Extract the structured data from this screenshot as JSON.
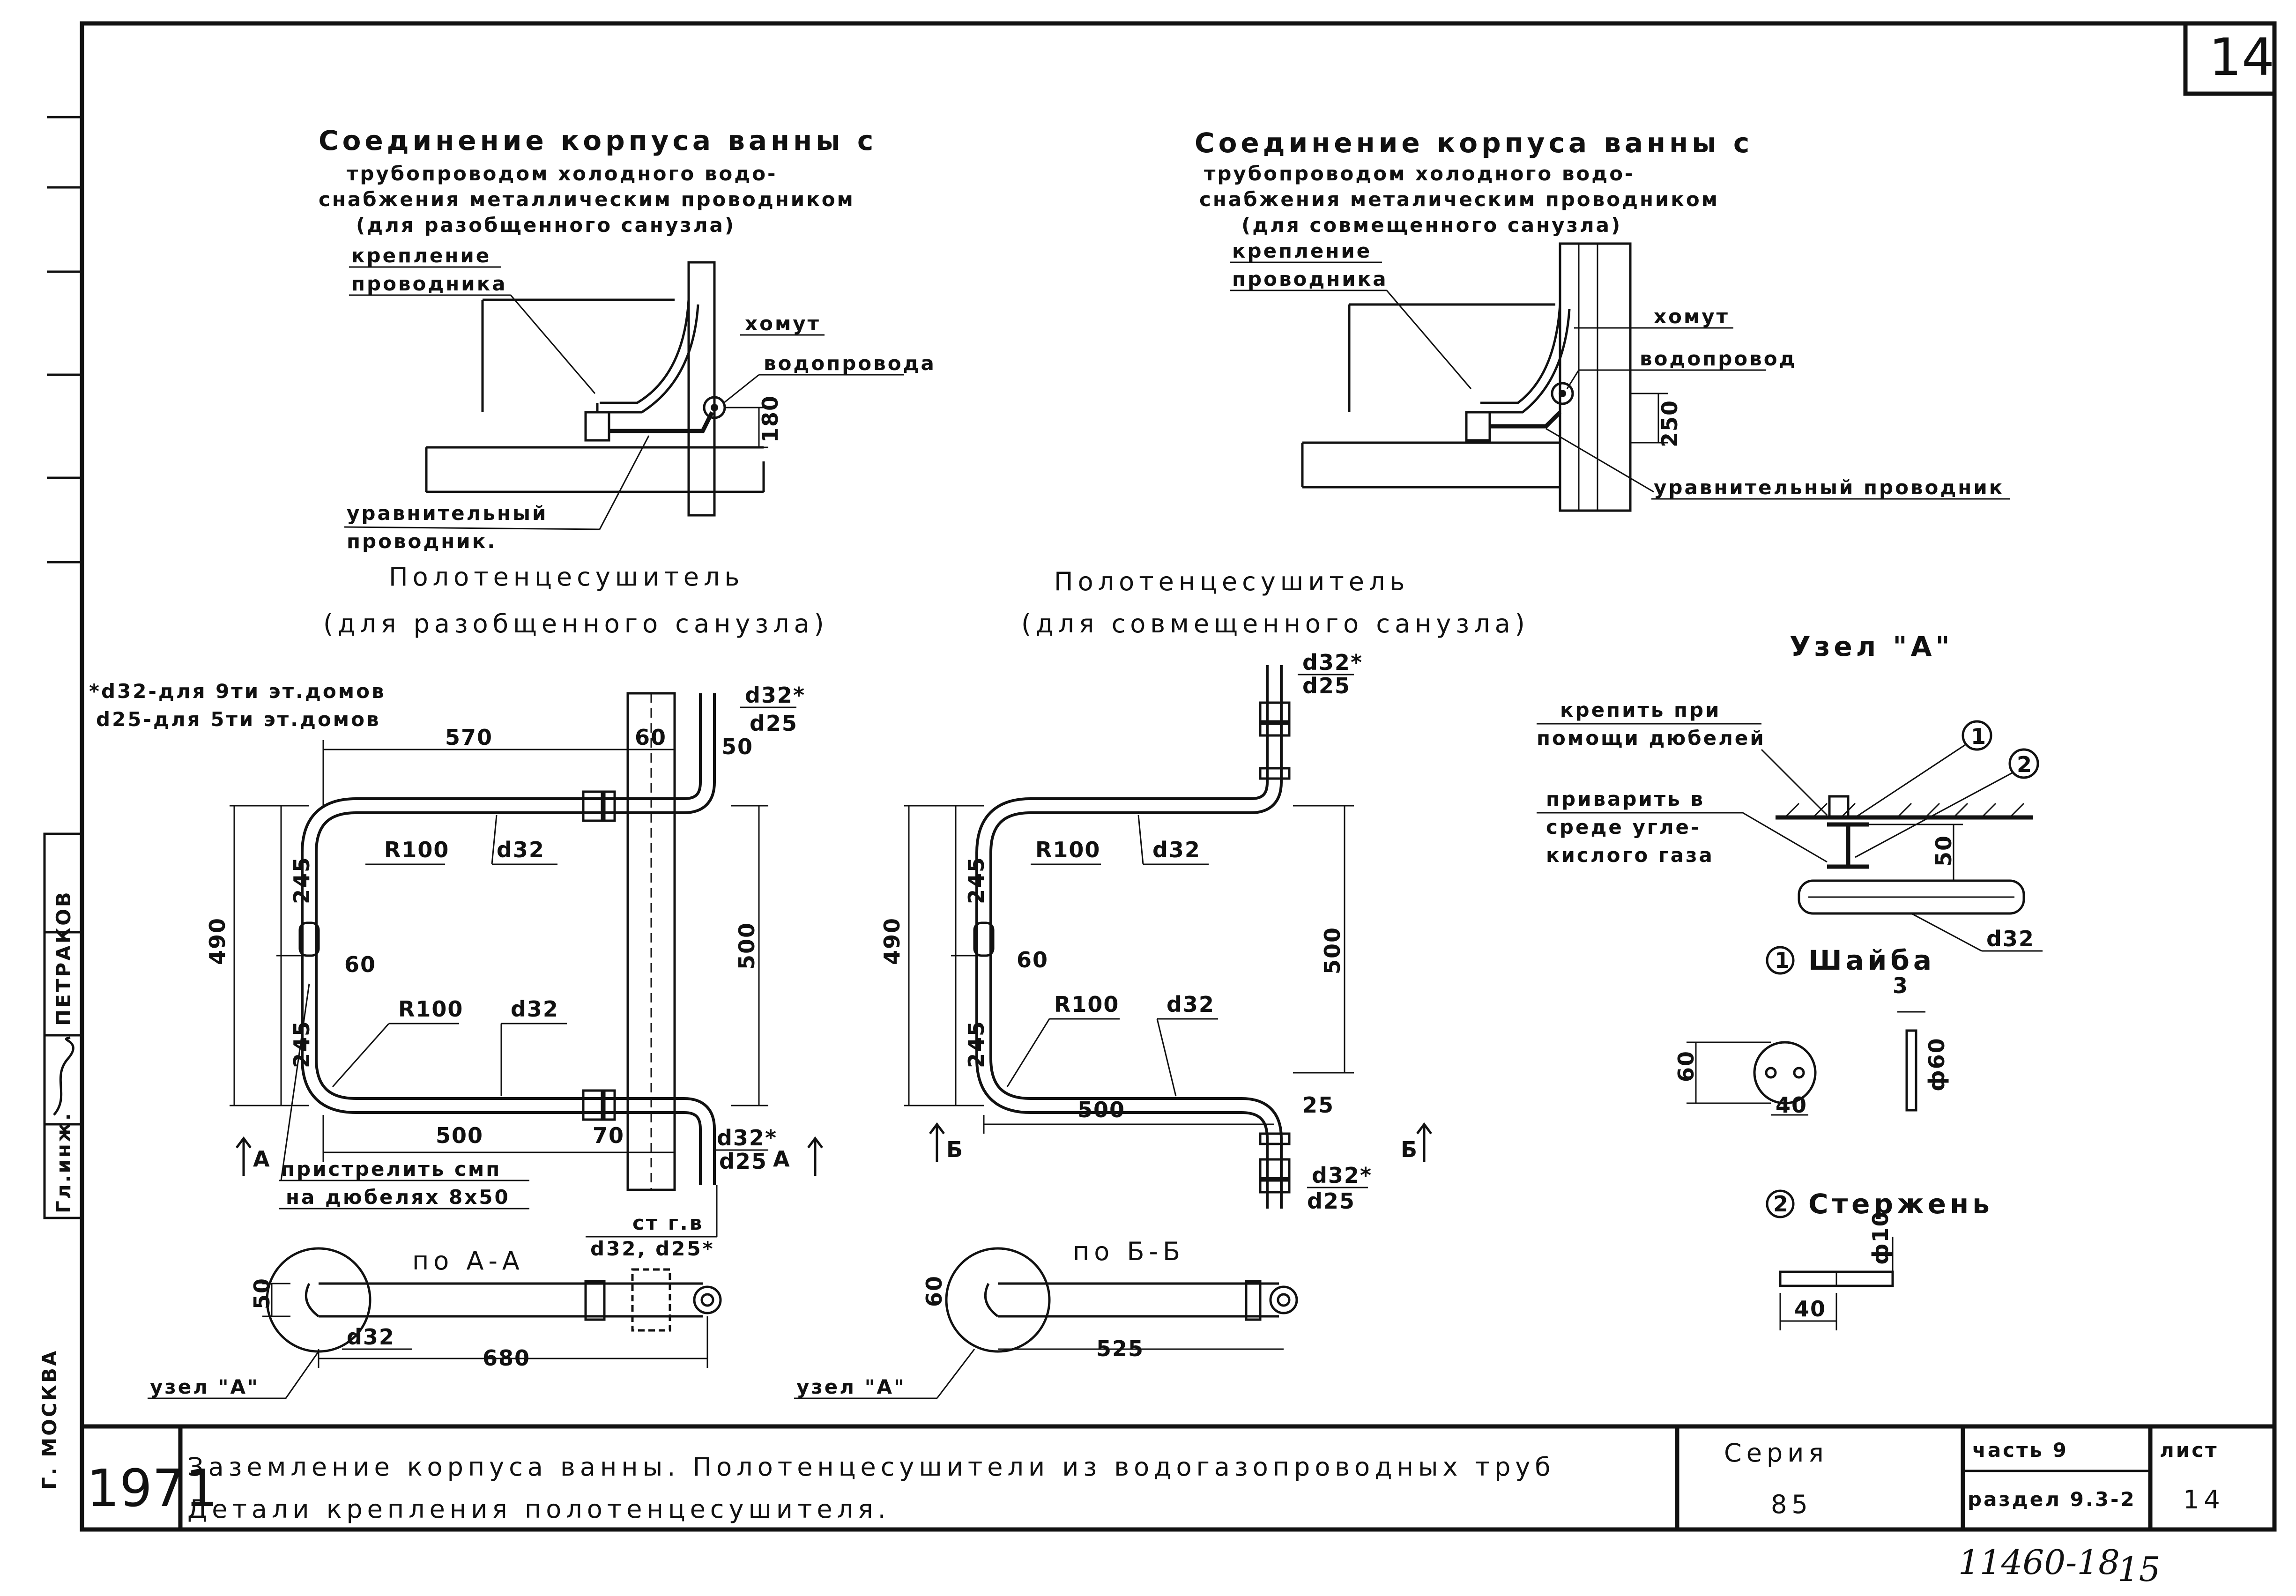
{
  "sheet": {
    "number": "14",
    "doc_code": "11460-18",
    "page_total": "15"
  },
  "left_margin": {
    "city": "Г. МОСКВА",
    "role": "Гл.инж.",
    "name": "ПЕТРАКОВ"
  },
  "grounding": {
    "separate": {
      "title_line1": "Соединение корпуса ванны с",
      "title_line2": "трубопроводом холодного водо-",
      "title_line3": "снабжения металлическим проводником",
      "title_line4": "(для разобщенного санузла)",
      "label_fastening_1": "крепление",
      "label_fastening_2": "проводника",
      "label_clamp": "хомут",
      "label_water": "водопровода",
      "dim": "180",
      "label_equal_1": "уравнительный",
      "label_equal_2": "проводник."
    },
    "combined": {
      "title_line1": "Соединение корпуса ванны с",
      "title_line2": "трубопроводом холодного водо-",
      "title_line3": "снабжения металическим проводником",
      "title_line4": "(для совмещенного санузла)",
      "label_fastening_1": "крепление",
      "label_fastening_2": "проводника",
      "label_clamp": "хомут",
      "label_water": "водопровод",
      "dim": "250",
      "label_equal": "уравнительный проводник"
    }
  },
  "dryer_separate": {
    "title_line1": "Полотенцесушитель",
    "title_line2": "(для разобщенного санузла)",
    "note_line1": "*d32-для 9ти эт.домов",
    "note_line2": "d25-для 5ти эт.домов",
    "dim_570": "570",
    "dim_60": "60",
    "dim_50": "50",
    "d32_star": "d32*",
    "d25": "d25",
    "dim_245_top": "245",
    "dim_245_bottom": "245",
    "dim_490": "490",
    "r_top": "R100",
    "d32_top": "d32",
    "dim_60_side": "60",
    "r_bottom": "R100",
    "d32_bottom": "d32",
    "dim_500_v": "500",
    "dim_500_h": "500",
    "dim_70": "70",
    "d32_star_low": "d32*",
    "d25_low": "d25",
    "section_mark": "А",
    "label_fix_1": "пристрелить смп",
    "label_fix_2": "на дюбелях 8х50",
    "label_pipe_1": "ст г.в",
    "label_pipe_2": "d32, d25*",
    "section_title": "по А-А",
    "sec_50": "50",
    "sec_d32": "d32",
    "sec_680": "680",
    "node_label": "узел \"А\""
  },
  "dryer_combined": {
    "title_line1": "Полотенцесушитель",
    "title_line2": "(для совмещенного санузла)",
    "d32_star": "d32*",
    "d25": "d25",
    "dim_245_top": "245",
    "dim_245_bottom": "245",
    "dim_490": "490",
    "r_top": "R100",
    "d32_top": "d32",
    "dim_60_side": "60",
    "r_bottom": "R100",
    "d32_bottom": "d32",
    "dim_500_v": "500",
    "dim_500_h": "500",
    "dim_25": "25",
    "d32_star_low": "d32*",
    "d25_low": "d25",
    "section_mark": "Б",
    "section_title": "по Б-Б",
    "sec_60": "60",
    "sec_525": "525",
    "node_label": "узел \"А\""
  },
  "node_a": {
    "title": "Узел \"А\"",
    "fix_1": "крепить при",
    "fix_2": "помощи дюбелей",
    "weld_1": "приварить в",
    "weld_2": "среде угле-",
    "weld_3": "кислого газа",
    "dim_50": "50",
    "d32": "d32",
    "callout_1": "1",
    "callout_2": "2",
    "washer": "Шайба",
    "washer_60": "60",
    "washer_40": "40",
    "washer_3": "3",
    "washer_d60": "ф60",
    "rod": "Стержень",
    "rod_d10": "ф10",
    "rod_40": "40"
  },
  "title_block": {
    "year": "1971",
    "title_line1": "Заземление корпуса ванны. Полотенцесушители из водогазопроводных труб",
    "title_line2": "Детали крепления полотенцесушителя.",
    "series_label": "Серия",
    "series_value": "85",
    "part_label": "часть 9",
    "section_label": "раздел 9.3-2",
    "sheet_label": "лист",
    "sheet_value": "14"
  }
}
